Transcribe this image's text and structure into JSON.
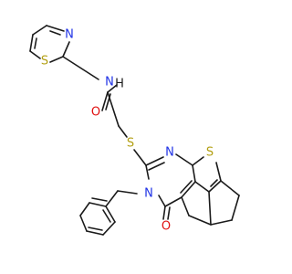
{
  "molecule": {
    "atom_labels": {
      "N_thiazole": "N",
      "S_thiazole": "S",
      "NH_amide": "N",
      "H_amide": "H",
      "O_amide": "O",
      "S_thioether": "S",
      "N_pyrimidine_top": "N",
      "S_thiophene": "S",
      "N_pyrimidine_phenyl": "N",
      "O_carbonyl": "O"
    },
    "colors": {
      "carbon_bonds": "#1a1a1a",
      "nitrogen": "#1f32e6",
      "oxygen": "#e01010",
      "sulfur": "#b3a014"
    }
  }
}
